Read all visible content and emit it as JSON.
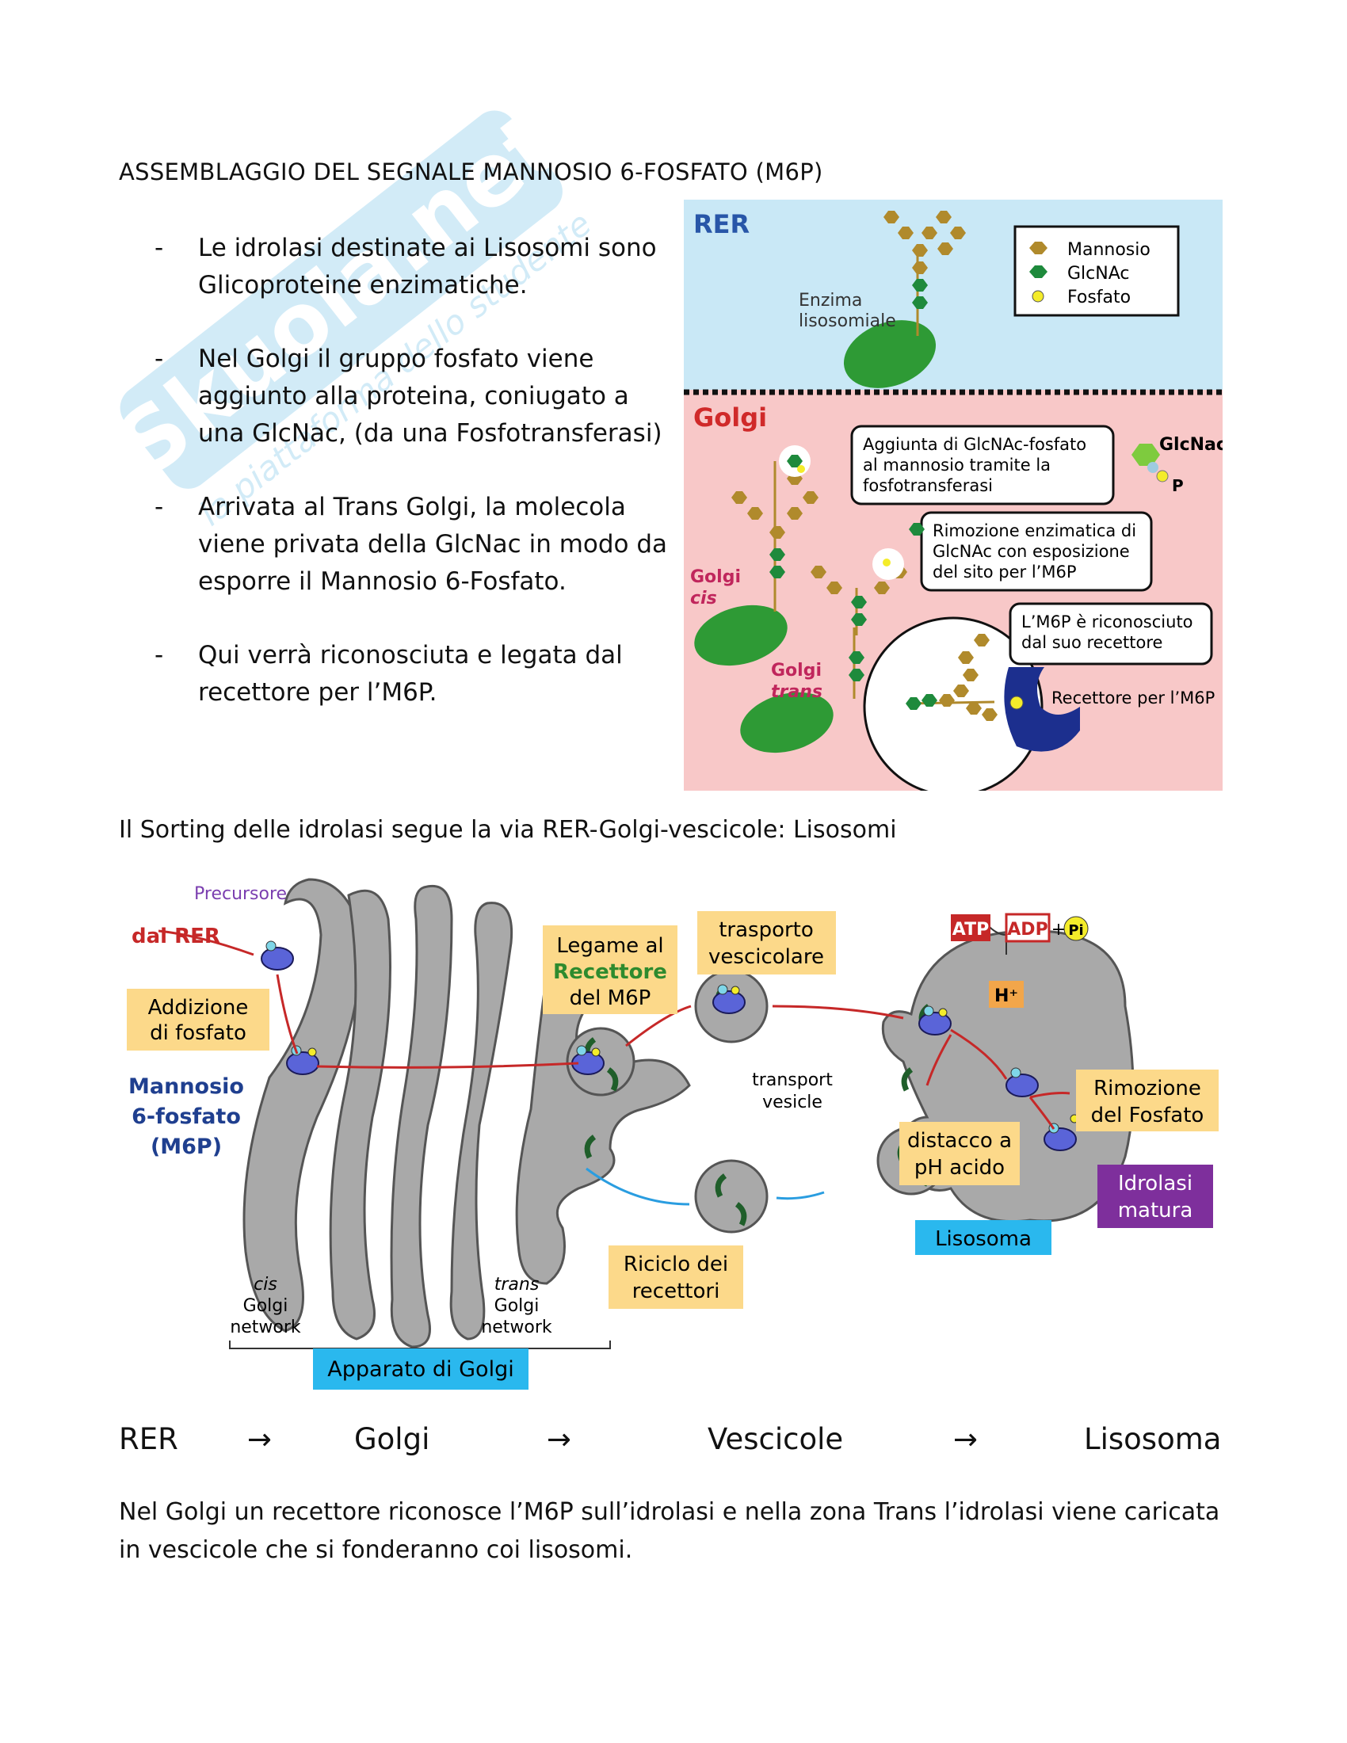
{
  "heading": "ASSEMBLAGGIO DEL SEGNALE MANNOSIO 6-FOSFATO (M6P)",
  "bullets": [
    "Le idrolasi destinate ai Lisosomi sono Glicoproteine enzimatiche.",
    "Nel Golgi il gruppo fosfato viene aggiunto alla proteina, coniugato a una GlcNac, (da una Fosfotransferasi)",
    "Arrivata al Trans Golgi, la molecola viene privata della GlcNac in modo da esporre il Mannosio 6-Fosfato.",
    "Qui verrà riconosciuta e legata dal recettore per l’M6P."
  ],
  "bullet_marker": "-",
  "watermark": {
    "brand": "Skuola.net",
    "tagline": "la piattaforma dello studente"
  },
  "figure1": {
    "rer_label": "RER",
    "golgi_label": "Golgi",
    "legend": [
      "Mannosio",
      "GlcNAc",
      "Fosfato"
    ],
    "enzyme_label": [
      "Enzima",
      "lisosomiale"
    ],
    "golgi_cis": [
      "Golgi",
      "cis"
    ],
    "golgi_trans": [
      "Golgi",
      "trans"
    ],
    "box_add": [
      "Aggiunta di GlcNAc-fosfato",
      "al mannosio tramite la",
      "fosfotransferasi"
    ],
    "box_remove": [
      "Rimozione enzimatica di",
      "GlcNAc con esposizione",
      "del sito per l’M6P"
    ],
    "box_recognize": [
      "L’M6P è riconosciuto",
      "dal suo recettore"
    ],
    "receptor_label": "Recettore per l’M6P",
    "glcnac_label": "GlcNac",
    "p_label": "P",
    "colors": {
      "rer_bg": "#c9e8f6",
      "golgi_bg": "#f8c8c8",
      "enzyme": "#2e9a35",
      "mannose": "#b08a2c",
      "glcnac": "#1e8a3c",
      "phosphate": "#f4ec2a",
      "receptor": "#1c2f8e"
    }
  },
  "section2_title": "Il Sorting delle idrolasi segue la via RER-Golgi-vescicole: Lisosomi",
  "figure2": {
    "precursore": "Precursore",
    "dal_rer": "dal RER",
    "addizione": [
      "Addizione",
      "di fosfato"
    ],
    "mannosio": [
      "Mannosio",
      "6-fosfato",
      "(M6P)"
    ],
    "legame": [
      "Legame al",
      "Recettore",
      "del M6P"
    ],
    "trasporto": [
      "trasporto",
      "vescicolare"
    ],
    "transport_vesicle": [
      "transport",
      "vesicle"
    ],
    "atp": "ATP",
    "adp": "ADP",
    "plus": "+",
    "pi": "Pi",
    "hplus": "H⁺",
    "rimozione": [
      "Rimozione",
      "del Fosfato"
    ],
    "distacco": [
      "distacco a",
      "pH acido"
    ],
    "idrolasi": [
      "Idrolasi",
      "matura"
    ],
    "lisosoma": "Lisosoma",
    "riciclo": [
      "Riciclo dei",
      "recettori"
    ],
    "cis_golgi": [
      "cis",
      "Golgi",
      "network"
    ],
    "trans_golgi": [
      "trans",
      "Golgi",
      "network"
    ],
    "apparato": "Apparato di Golgi",
    "colors": {
      "membrane": "#a9a9a9",
      "label_yellow": "#fcd98a",
      "label_blue": "#2ab8ee",
      "label_purple": "#7e2f9c",
      "arrow_red": "#c62828",
      "arrow_blue": "#2a9de0",
      "enzyme": "#5a64d8",
      "receptor": "#1f5e2a"
    }
  },
  "flow": [
    "RER",
    "Golgi",
    "Vescicole",
    "Lisosoma"
  ],
  "flow_arrow": "→",
  "closing": "Nel Golgi un recettore riconosce l’M6P sull’idrolasi e nella zona Trans l’idrolasi viene caricata in vescicole che si fonderanno coi lisosomi."
}
